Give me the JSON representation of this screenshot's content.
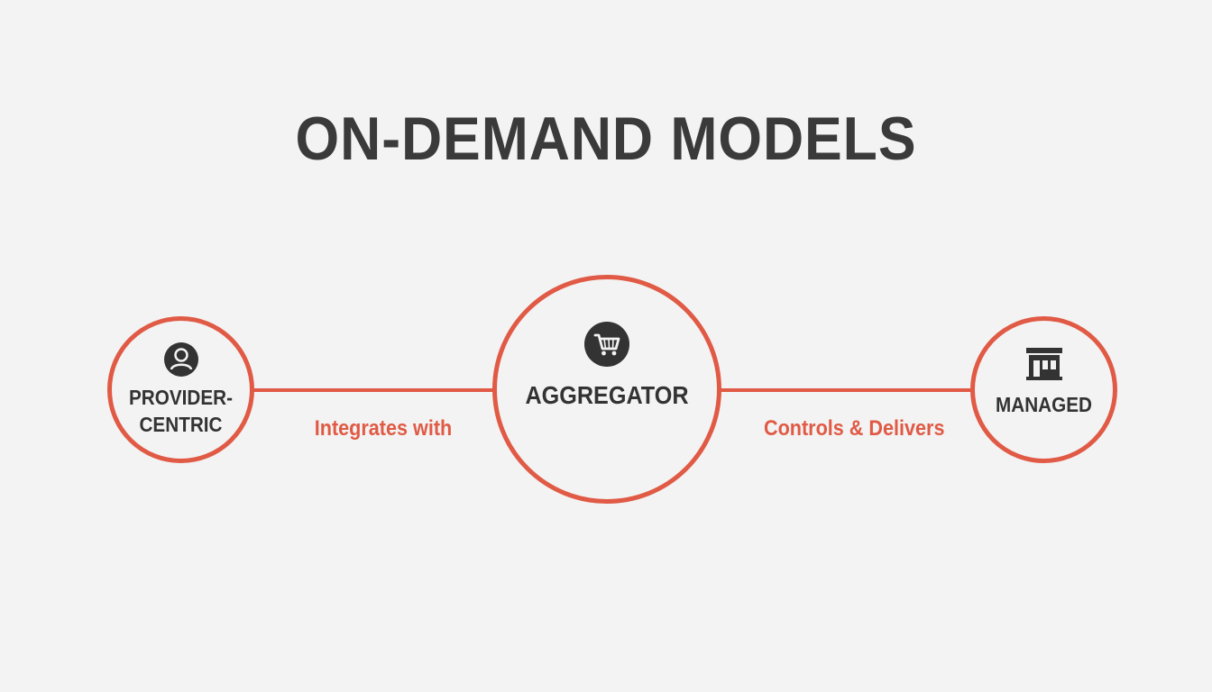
{
  "title": "ON-DEMAND MODELS",
  "colors": {
    "accent": "#e05a45",
    "text": "#333333",
    "background": "#f3f3f3"
  },
  "nodes": [
    {
      "label_lines": [
        "PROVIDER-",
        "CENTRIC"
      ],
      "icon": "person-icon"
    },
    {
      "label": "AGGREGATOR",
      "icon": "shopping-cart-icon"
    },
    {
      "label": "MANAGED",
      "icon": "storefront-icon"
    }
  ],
  "edges": [
    {
      "label": "Integrates with"
    },
    {
      "label": "Controls & Delivers"
    }
  ]
}
